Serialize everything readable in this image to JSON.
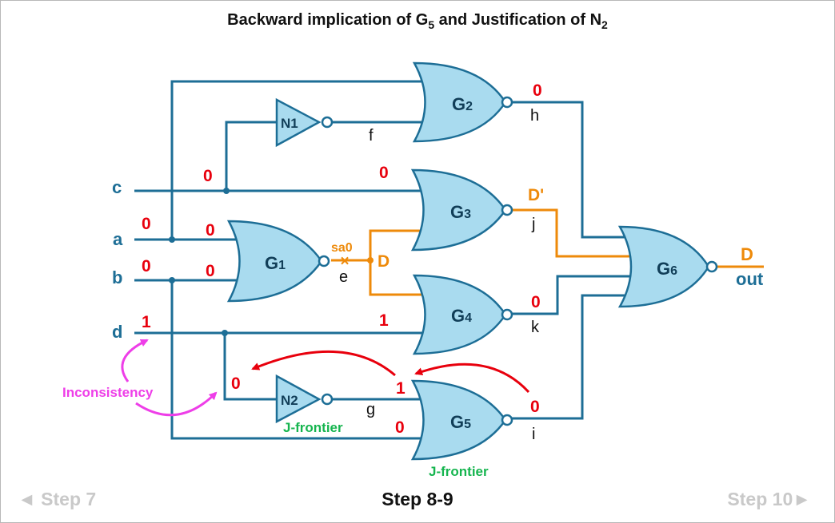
{
  "title": {
    "prefix": "Backward implication of G",
    "sub1": "5",
    "middle": " and Justification of N",
    "sub2": "2"
  },
  "gates": {
    "g1": {
      "name": "G",
      "num": "1"
    },
    "g2": {
      "name": "G",
      "num": "2"
    },
    "g3": {
      "name": "G",
      "num": "3"
    },
    "g4": {
      "name": "G",
      "num": "4"
    },
    "g5": {
      "name": "G",
      "num": "5"
    },
    "g6": {
      "name": "G",
      "num": "6"
    },
    "n1": {
      "name": "N1"
    },
    "n2": {
      "name": "N2"
    }
  },
  "inputs": {
    "c": "c",
    "a": "a",
    "b": "b",
    "d": "d"
  },
  "output": "out",
  "wires": {
    "f": "f",
    "g": "g",
    "h": "h",
    "j": "j",
    "k": "k",
    "e": "e",
    "i": "i"
  },
  "values": {
    "a_in": "0",
    "a_g1": "0",
    "b_in": "0",
    "b_g1": "0",
    "c_branch": "0",
    "c_g3": "0",
    "d_in": "1",
    "d_g4": "1",
    "h": "0",
    "j": "D'",
    "k": "0",
    "i": "0",
    "g": "1",
    "n2_in": "0",
    "g5_b": "0",
    "e": "D",
    "out": "D"
  },
  "fault": "sa0",
  "annotations": {
    "inconsistency": "Inconsistency",
    "jfrontier_n2": "J-frontier",
    "jfrontier_g5": "J-frontier"
  },
  "colors": {
    "wire": "#1d6e96",
    "gate_fill": "#a9dbef",
    "gate_stroke": "#1d6e96",
    "value_red": "#e8000d",
    "fault_orange": "#ee8a0a",
    "magenta": "#ee3ee8",
    "green": "#16b54f"
  },
  "nav": {
    "prev": "◄ Step 7",
    "current": "Step 8-9",
    "next": "Step 10►"
  }
}
